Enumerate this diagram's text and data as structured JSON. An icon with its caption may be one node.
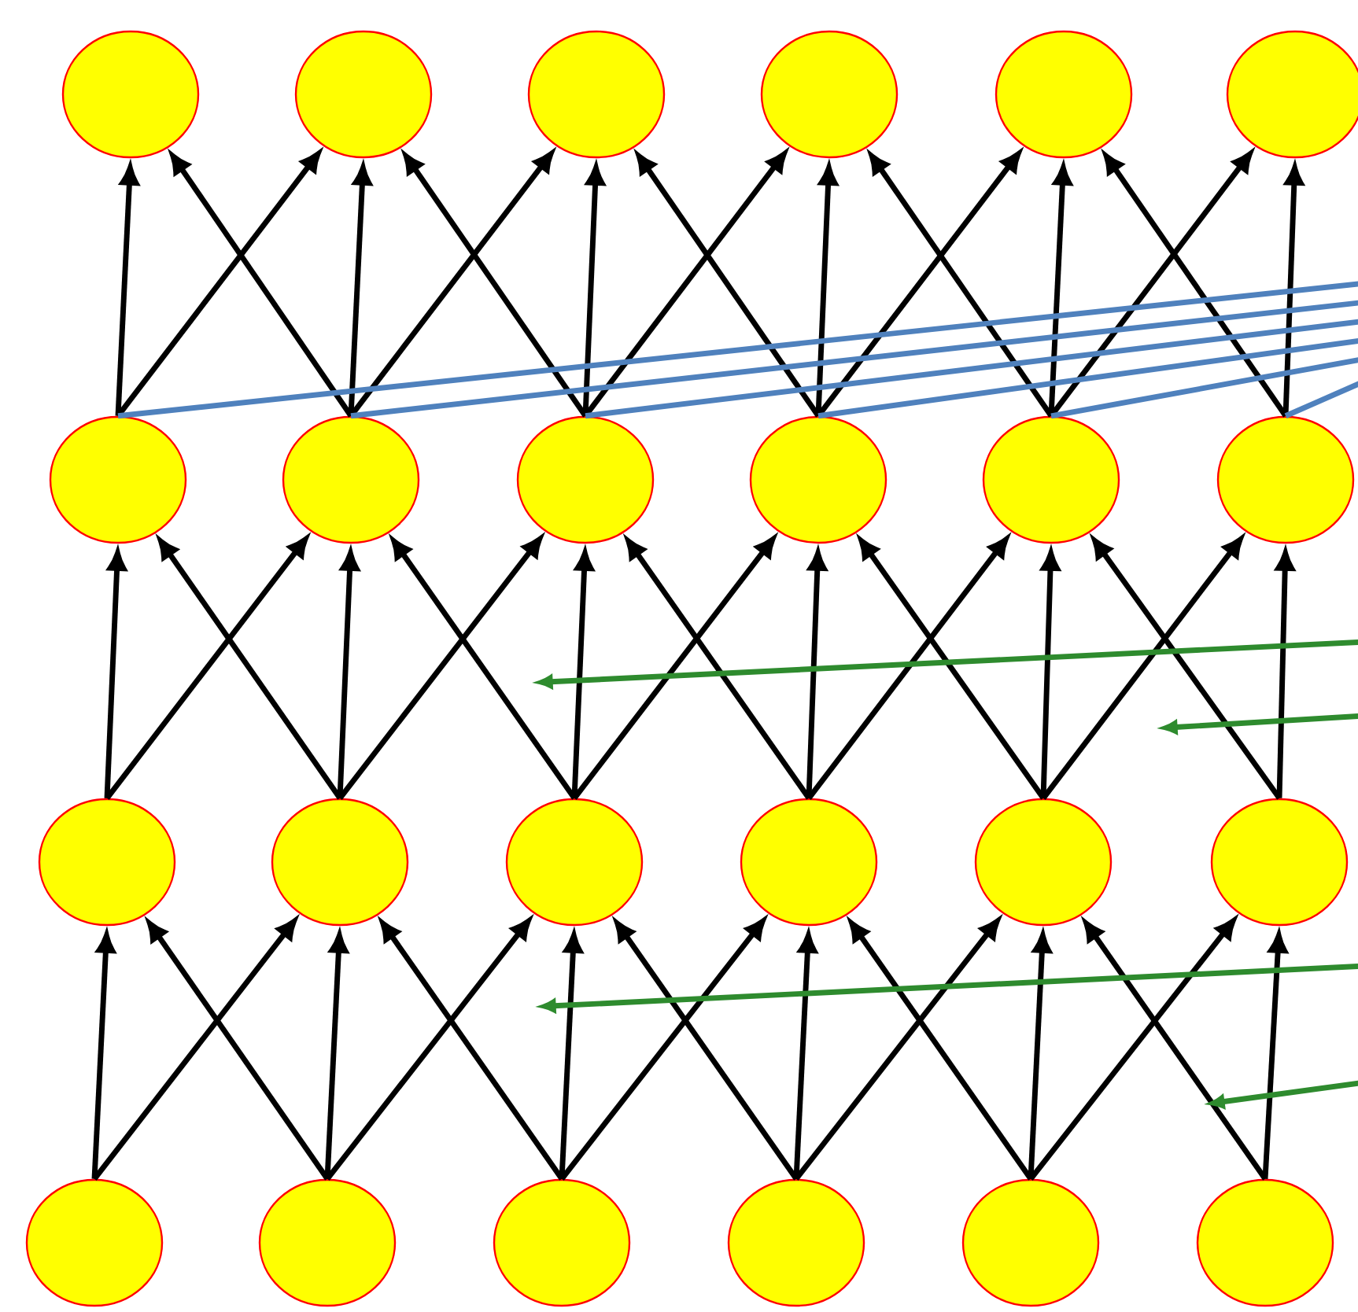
{
  "diagram": {
    "nodes": [
      {
        "text": [],
        "shape": "circle"
      },
      {
        "text": [],
        "shape": "circle"
      },
      {
        "text": [],
        "shape": "circle"
      },
      {
        "text": [],
        "shape": "circle"
      },
      {
        "text": [],
        "shape": "circle"
      },
      {
        "text": [],
        "shape": "circle"
      },
      {
        "text": [],
        "shape": "circle"
      },
      {
        "text": [],
        "shape": "circle"
      },
      {
        "text": [],
        "shape": "circle"
      },
      {
        "text": [],
        "shape": "circle"
      },
      {
        "text": [],
        "shape": "circle"
      },
      {
        "text": [],
        "shape": "circle"
      },
      {
        "text": [],
        "shape": "circle"
      },
      {
        "text": [],
        "shape": "circle"
      },
      {
        "text": [],
        "shape": "circle"
      },
      {
        "text": [],
        "shape": "circle"
      },
      {
        "text": [],
        "shape": "circle"
      },
      {
        "text": [],
        "shape": "circle"
      },
      {
        "text": [],
        "shape": "circle"
      },
      {
        "text": [],
        "shape": "circle"
      },
      {
        "text": [],
        "shape": "circle"
      },
      {
        "text": [],
        "shape": "circle"
      },
      {
        "text": [],
        "shape": "circle"
      },
      {
        "text": [],
        "shape": "circle"
      }
    ],
    "edges": [
      {
        "from": 6,
        "to": 0,
        "arrow": "to"
      },
      {
        "from": 6,
        "to": 1,
        "arrow": "to"
      },
      {
        "from": 7,
        "to": 0,
        "arrow": "to"
      },
      {
        "from": 7,
        "to": 1,
        "arrow": "to"
      },
      {
        "from": 7,
        "to": 2,
        "arrow": "to"
      },
      {
        "from": 8,
        "to": 1,
        "arrow": "to"
      },
      {
        "from": 8,
        "to": 2,
        "arrow": "to"
      },
      {
        "from": 8,
        "to": 3,
        "arrow": "to"
      },
      {
        "from": 9,
        "to": 2,
        "arrow": "to"
      },
      {
        "from": 9,
        "to": 3,
        "arrow": "to"
      },
      {
        "from": 9,
        "to": 4,
        "arrow": "to"
      },
      {
        "from": 10,
        "to": 3,
        "arrow": "to"
      },
      {
        "from": 10,
        "to": 4,
        "arrow": "to"
      },
      {
        "from": 10,
        "to": 5,
        "arrow": "to"
      },
      {
        "from": 11,
        "to": 4,
        "arrow": "to"
      },
      {
        "from": 11,
        "to": 5,
        "arrow": "to"
      },
      {
        "from": 12,
        "to": 6,
        "arrow": "to"
      },
      {
        "from": 12,
        "to": 7,
        "arrow": "to"
      },
      {
        "from": 13,
        "to": 6,
        "arrow": "to"
      },
      {
        "from": 13,
        "to": 7,
        "arrow": "to"
      },
      {
        "from": 13,
        "to": 8,
        "arrow": "to"
      },
      {
        "from": 14,
        "to": 7,
        "arrow": "to"
      },
      {
        "from": 14,
        "to": 8,
        "arrow": "to"
      },
      {
        "from": 14,
        "to": 9,
        "arrow": "to"
      },
      {
        "from": 15,
        "to": 8,
        "arrow": "to"
      },
      {
        "from": 15,
        "to": 9,
        "arrow": "to"
      },
      {
        "from": 15,
        "to": 10,
        "arrow": "to"
      },
      {
        "from": 16,
        "to": 9,
        "arrow": "to"
      },
      {
        "from": 16,
        "to": 10,
        "arrow": "to"
      },
      {
        "from": 16,
        "to": 11,
        "arrow": "to"
      },
      {
        "from": 17,
        "to": 10,
        "arrow": "to"
      },
      {
        "from": 17,
        "to": 11,
        "arrow": "to"
      },
      {
        "from": 18,
        "to": 12,
        "arrow": "to"
      },
      {
        "from": 18,
        "to": 13,
        "arrow": "to"
      },
      {
        "from": 19,
        "to": 12,
        "arrow": "to"
      },
      {
        "from": 19,
        "to": 13,
        "arrow": "to"
      },
      {
        "from": 19,
        "to": 14,
        "arrow": "to"
      },
      {
        "from": 20,
        "to": 13,
        "arrow": "to"
      },
      {
        "from": 20,
        "to": 14,
        "arrow": "to"
      },
      {
        "from": 20,
        "to": 15,
        "arrow": "to"
      },
      {
        "from": 21,
        "to": 14,
        "arrow": "to"
      },
      {
        "from": 21,
        "to": 15,
        "arrow": "to"
      },
      {
        "from": 21,
        "to": 16,
        "arrow": "to"
      },
      {
        "from": 22,
        "to": 15,
        "arrow": "to"
      },
      {
        "from": 22,
        "to": 16,
        "arrow": "to"
      },
      {
        "from": 22,
        "to": 17,
        "arrow": "to"
      },
      {
        "from": 23,
        "to": 16,
        "arrow": "to"
      },
      {
        "from": 23,
        "to": 17,
        "arrow": "to"
      },
      {
        "from": 6,
        "to": null,
        "arrow": "none",
        "color": "#4f81bd"
      },
      {
        "from": 7,
        "to": null,
        "arrow": "none",
        "color": "#4f81bd"
      },
      {
        "from": 8,
        "to": null,
        "arrow": "none",
        "color": "#4f81bd"
      },
      {
        "from": 9,
        "to": null,
        "arrow": "none",
        "color": "#4f81bd"
      },
      {
        "from": 10,
        "to": null,
        "arrow": "none",
        "color": "#4f81bd"
      },
      {
        "from": 11,
        "to": null,
        "arrow": "none",
        "color": "#4f81bd"
      }
    ]
  }
}
